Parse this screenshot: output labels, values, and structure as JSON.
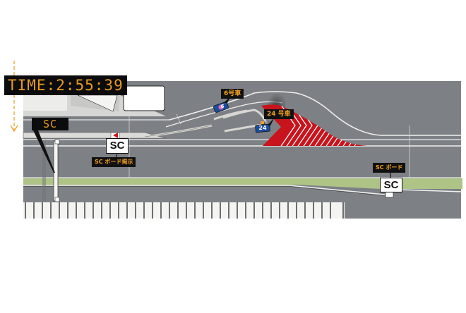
{
  "timer": {
    "label": "TIME:2:55:39"
  },
  "sc_led": {
    "label": "SC"
  },
  "pit_sc_board": {
    "label": "SC",
    "caption": "SC ボード掲示"
  },
  "track_sc_board": {
    "label": "SC",
    "caption": "SC ボード"
  },
  "cars": [
    {
      "id": "car-6",
      "label": "6号車",
      "number": "6",
      "color": "#1a4fa0"
    },
    {
      "id": "car-24",
      "label": "24 号車",
      "number": "24",
      "color": "#1a4fa0"
    }
  ],
  "colors": {
    "asphalt": "#7d8084",
    "grass": "#adc486",
    "pit_building": "#f4f4f2",
    "chevron_red": "#c8141c",
    "led_text": "#e89a22",
    "arrow": "#f0a030"
  },
  "pit_garages": {
    "count": 38
  }
}
